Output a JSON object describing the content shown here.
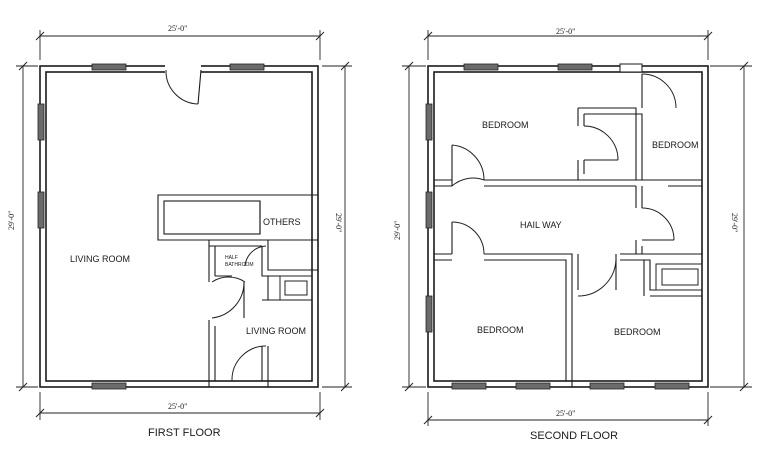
{
  "first_floor": {
    "caption": "FIRST FLOOR",
    "width_top": "25'-0\"",
    "width_bottom": "25'-0\"",
    "height_left": "29'-0\"",
    "height_right": "29'-0\"",
    "rooms": {
      "living_room_main": "LIVING ROOM",
      "others": "OTHERS",
      "half_bathroom_line1": "HALF",
      "half_bathroom_line2": "BATHROOM",
      "living_room_small": "LIVING ROOM"
    }
  },
  "second_floor": {
    "caption": "SECOND FLOOR",
    "width_top": "25'-0\"",
    "width_bottom": "25'-0\"",
    "height_left": "29'-0\"",
    "height_right": "29'-0\"",
    "rooms": {
      "bedroom_top_left": "BEDROOM",
      "bedroom_top_right": "BEDROOM",
      "hallway": "HAIL WAY",
      "bedroom_bottom_left": "BEDROOM",
      "bedroom_bottom_right": "BEDROOM"
    }
  }
}
